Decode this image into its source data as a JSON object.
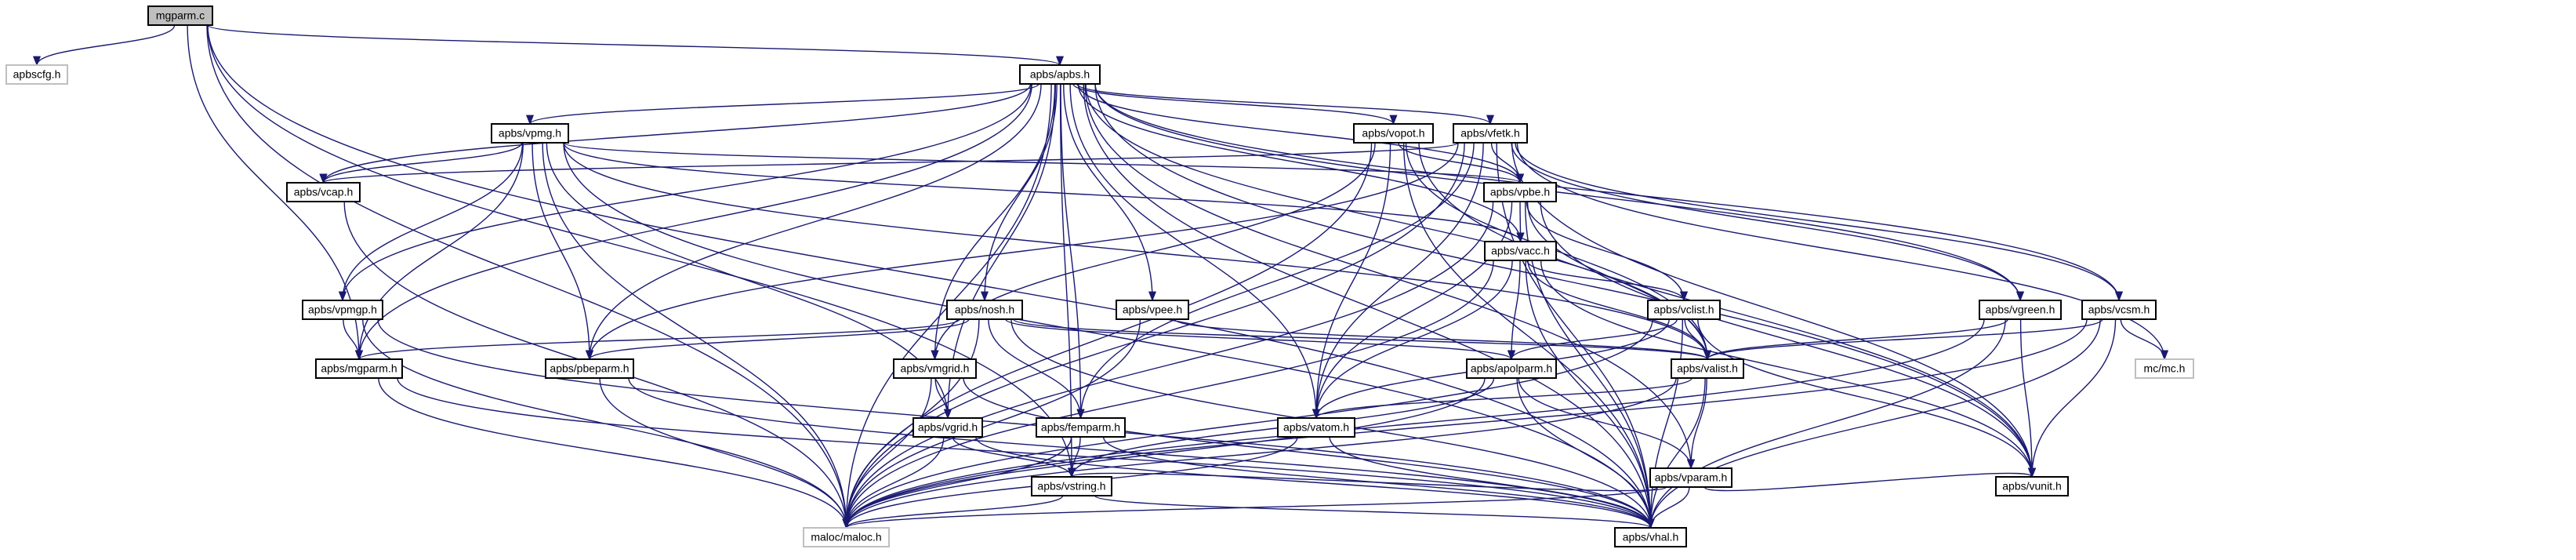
{
  "colors": {
    "edge": "#191970",
    "root_fill": "#bfbfbf",
    "node_border": "#000000",
    "missing_border": "#bfbfbf"
  },
  "nodes": {
    "mgparm_c": "mgparm.c",
    "apbscfg_h": "apbscfg.h",
    "apbs_h": "apbs/apbs.h",
    "vpmg_h": "apbs/vpmg.h",
    "vopot_h": "apbs/vopot.h",
    "vfetk_h": "apbs/vfetk.h",
    "vcap_h": "apbs/vcap.h",
    "vpbe_h": "apbs/vpbe.h",
    "vacc_h": "apbs/vacc.h",
    "vpmgp_h": "apbs/vpmgp.h",
    "nosh_h": "apbs/nosh.h",
    "vpee_h": "apbs/vpee.h",
    "vclist_h": "apbs/vclist.h",
    "vgreen_h": "apbs/vgreen.h",
    "vcsm_h": "apbs/vcsm.h",
    "mgparm_h": "apbs/mgparm.h",
    "pbeparm_h": "apbs/pbeparm.h",
    "vmgrid_h": "apbs/vmgrid.h",
    "apolparm_h": "apbs/apolparm.h",
    "valist_h": "apbs/valist.h",
    "mc_mc_h": "mc/mc.h",
    "vgrid_h": "apbs/vgrid.h",
    "femparm_h": "apbs/femparm.h",
    "vatom_h": "apbs/vatom.h",
    "vparam_h": "apbs/vparam.h",
    "vstring_h": "apbs/vstring.h",
    "vunit_h": "apbs/vunit.h",
    "maloc_h": "maloc/maloc.h",
    "vhal_h": "apbs/vhal.h"
  }
}
